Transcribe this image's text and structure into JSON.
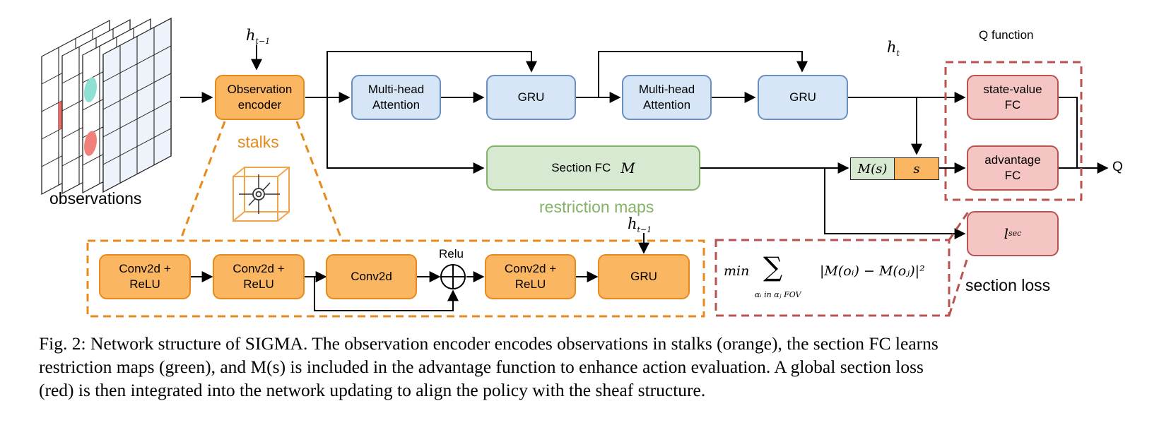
{
  "blocks": {
    "observation_encoder": "Observation\nencoder",
    "mha1": "Multi-head\nAttention",
    "gru1": "GRU",
    "mha2": "Multi-head\nAttention",
    "gru2": "GRU",
    "section_fc_text": "Section FC",
    "section_fc_symbol": "M",
    "state_value_fc": "state-value\nFC",
    "advantage_fc": "advantage\nFC",
    "l_sec": "l",
    "l_sec_sub": "sec",
    "ms_cell": "M(s)",
    "s_cell": "s",
    "conv1": "Conv2d +\nReLU",
    "conv2": "Conv2d +\nReLU",
    "conv3": "Conv2d",
    "conv4": "Conv2d +\nReLU",
    "gru_enc": "GRU"
  },
  "labels": {
    "observations": "observations",
    "stalks": "stalks",
    "restriction_maps": "restriction maps",
    "q_function": "Q function",
    "q_output": "Q",
    "section_loss": "section loss",
    "relu": "Relu",
    "h_prev": "h",
    "h_prev_sub": "t−1",
    "h_t": "h",
    "h_t_sub": "t",
    "formula_min": "min",
    "formula_sum": "∑",
    "formula_body": "|M(o",
    "formula_full": "|M(oᵢ) − M(oⱼ)|²",
    "formula_under": "αᵢ in αⱼ FOV"
  },
  "caption": [
    "Fig. 2: Network structure of SIGMA. The observation encoder encodes observations in stalks (orange), the section FC learns",
    "restriction maps (green), and M(s) is included in the advantage function to enhance action evaluation. A global section loss",
    "(red) is then integrated into the network updating to align the policy with the sheaf structure."
  ],
  "colors": {
    "orange": "#fbb661",
    "orange_border": "#e8891c",
    "blue": "#d7e6f7",
    "blue_border": "#6b8fbf",
    "green": "#d8e9d1",
    "green_border": "#82b366",
    "red": "#f5c5c4",
    "red_border": "#b95352",
    "green_text": "#82b366",
    "orange_text": "#e8891c"
  }
}
